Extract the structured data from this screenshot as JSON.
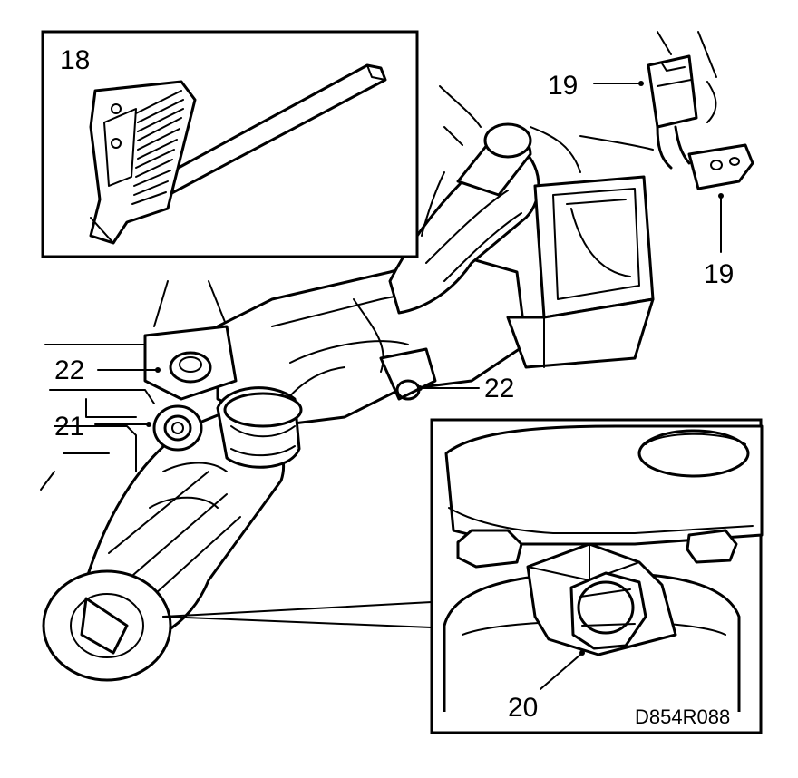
{
  "figure": {
    "drawing_code": "D854R088",
    "callouts": {
      "c18": "18",
      "c19_top": "19",
      "c19_bottom": "19",
      "c20": "20",
      "c21": "21",
      "c22_left": "22",
      "c22_right": "22"
    }
  },
  "colors": {
    "ink": "#000000",
    "paper": "#ffffff"
  }
}
